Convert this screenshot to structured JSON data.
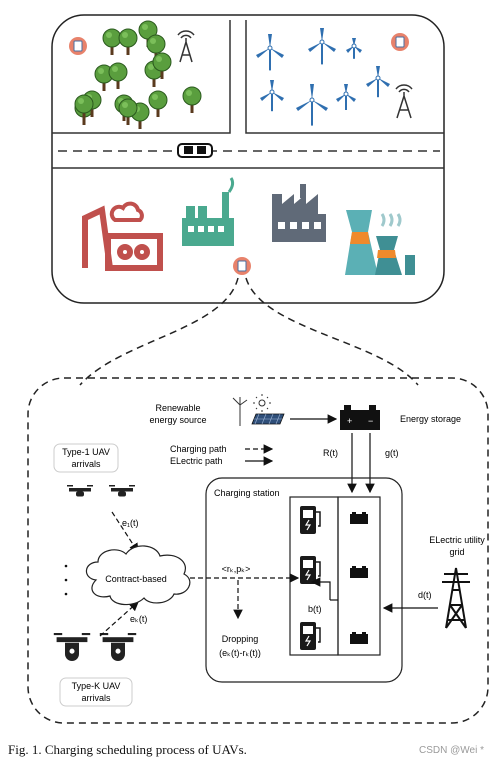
{
  "labels": {
    "renewable_line1": "Renewable",
    "renewable_line2": "energy source",
    "energy_storage": "Energy storage",
    "charging_path": "Charging path",
    "electric_path": "ELectric path",
    "r_t": "R(t)",
    "g_t": "g(t)",
    "type1_line1": "Type-1 UAV",
    "type1_line2": "arrivals",
    "typek_line1": "Type-K UAV",
    "typek_line2": "arrivals",
    "e1_t": "e₁(t)",
    "ek_t": "eₖ(t)",
    "contract": "Contract-based",
    "rk_pk": "<rₖ,pₖ>",
    "charging_station": "Charging station",
    "grid_line1": "ELectric utility",
    "grid_line2": "grid",
    "d_t": "d(t)",
    "b_t": "b(t)",
    "dropping_line1": "Dropping",
    "dropping_line2": "(eₖ(t)-rₖ(t))"
  },
  "caption": "Fig. 1.   Charging scheduling process of UAVs.",
  "watermark": "CSDN @Wei *",
  "colors": {
    "tree_green": "#5a9e3e",
    "turbine_blue": "#2f6fb0",
    "factory_red": "#c0504d",
    "factory_teal": "#4aa98f",
    "factory_gray": "#606a78",
    "tower_teal": "#5bb0b5",
    "tower_orange": "#f08a2c",
    "station_red": "#e8826b"
  }
}
